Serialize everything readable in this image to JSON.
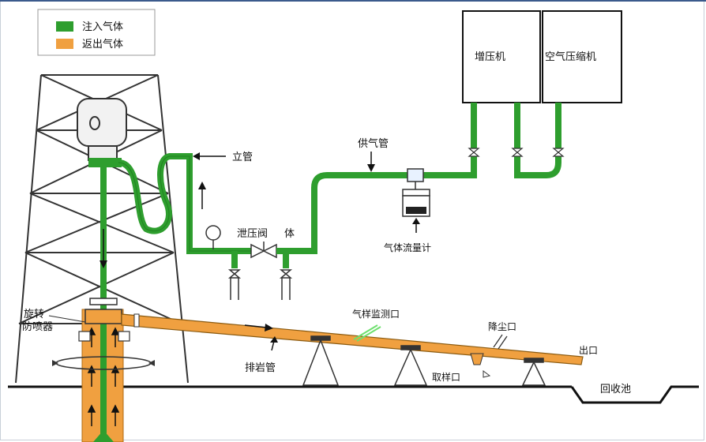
{
  "legend": {
    "inject_label": "注入气体",
    "return_label": "返出气体",
    "inject_color": "#2e9e2e",
    "return_color": "#f0a040"
  },
  "labels": {
    "booster": "增压机",
    "air_compressor": "空气压缩机",
    "standpipe": "立管",
    "gas_supply_pipe": "供气管",
    "relief_valve": "泄压阀",
    "relief_valve_suffix": "体",
    "gas_flowmeter": "气体流量计",
    "rotating_bop_line1": "旋转",
    "rotating_bop_line2": "防喷器",
    "sample_monitor_port": "气样监测口",
    "dust_port": "降尘口",
    "outlet": "出口",
    "blooie_line": "排岩管",
    "sampling_port": "取样口",
    "recovery_pit": "回收池"
  }
}
